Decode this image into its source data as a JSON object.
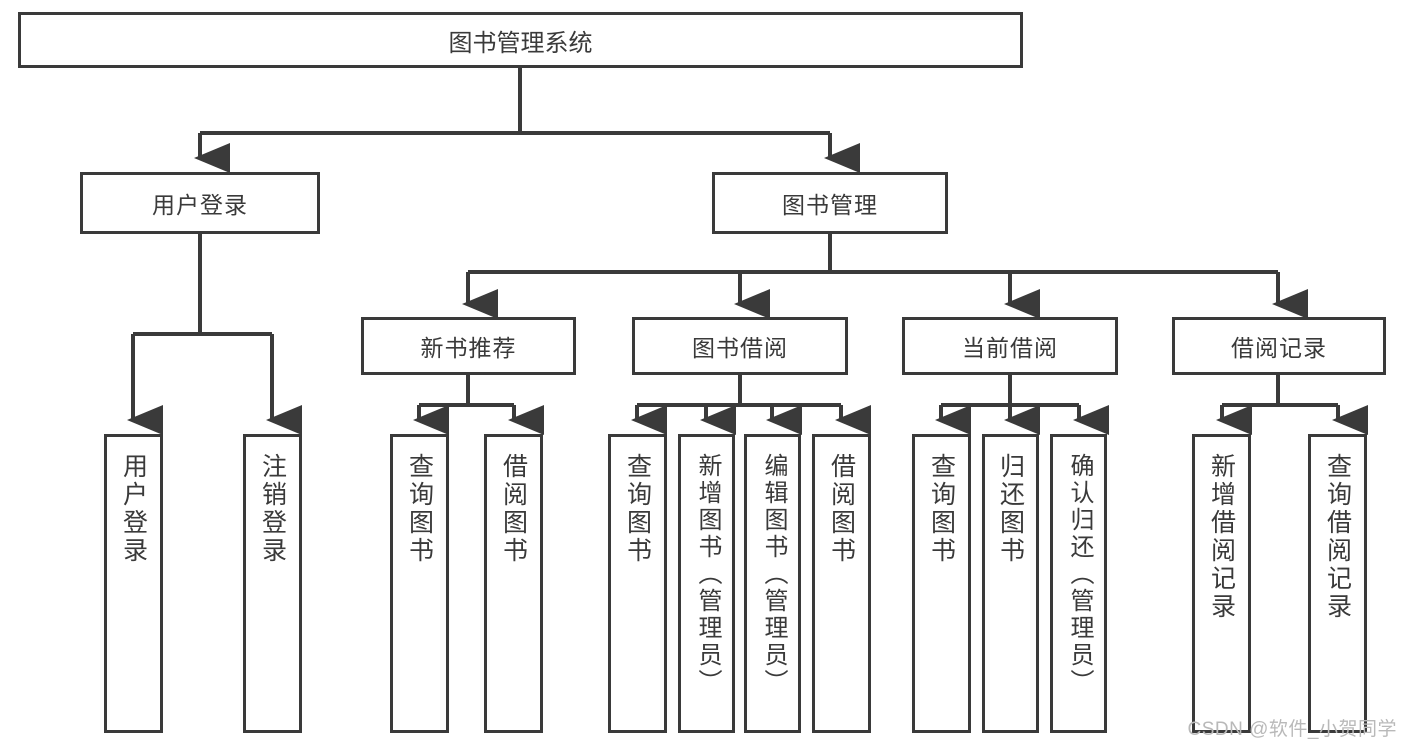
{
  "diagram": {
    "title": "图书管理系统",
    "type": "tree",
    "colors": {
      "border": "#3a3a3a",
      "text": "#3a3a3a",
      "fill": "#ffffff",
      "background": "#ffffff",
      "watermark": "#b9b9b9"
    },
    "root": {
      "label": "图书管理系统"
    },
    "level2": [
      {
        "label": "用户登录"
      },
      {
        "label": "图书管理"
      }
    ],
    "level3": [
      {
        "label": "新书推荐"
      },
      {
        "label": "图书借阅"
      },
      {
        "label": "当前借阅"
      },
      {
        "label": "借阅记录"
      }
    ],
    "leaves": {
      "user_login": [
        {
          "label": "用户登录"
        },
        {
          "label": "注销登录"
        }
      ],
      "new_book_recommend": [
        {
          "label": "查询图书"
        },
        {
          "label": "借阅图书"
        }
      ],
      "book_borrow": [
        {
          "label": "查询图书"
        },
        {
          "label": "新增图书（管理员）"
        },
        {
          "label": "编辑图书（管理员）"
        },
        {
          "label": "借阅图书"
        }
      ],
      "current_borrow": [
        {
          "label": "查询图书"
        },
        {
          "label": "归还图书"
        },
        {
          "label": "确认归还（管理员）"
        }
      ],
      "borrow_record": [
        {
          "label": "新增借阅记录"
        },
        {
          "label": "查询借阅记录"
        }
      ]
    }
  },
  "watermark": {
    "text": "CSDN @软件_小贺同学"
  }
}
